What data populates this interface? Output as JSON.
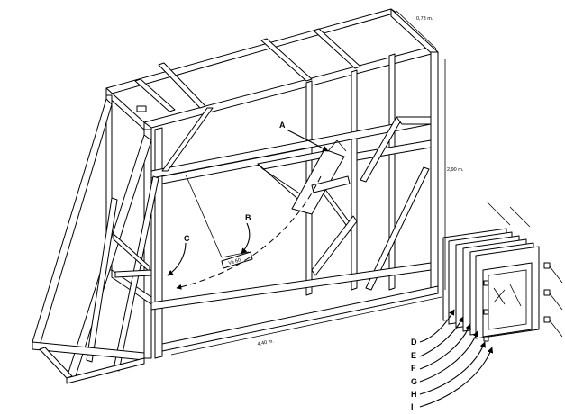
{
  "labels": {
    "A": "A",
    "B": "B",
    "C": "C",
    "D": "D",
    "E": "E",
    "F": "F",
    "G": "G",
    "H": "H",
    "I": "I"
  },
  "dimensions": {
    "depth": "0,73 m.",
    "height": "2,90 m.",
    "width": "4,40 m."
  },
  "angle_marker": "Va 60"
}
